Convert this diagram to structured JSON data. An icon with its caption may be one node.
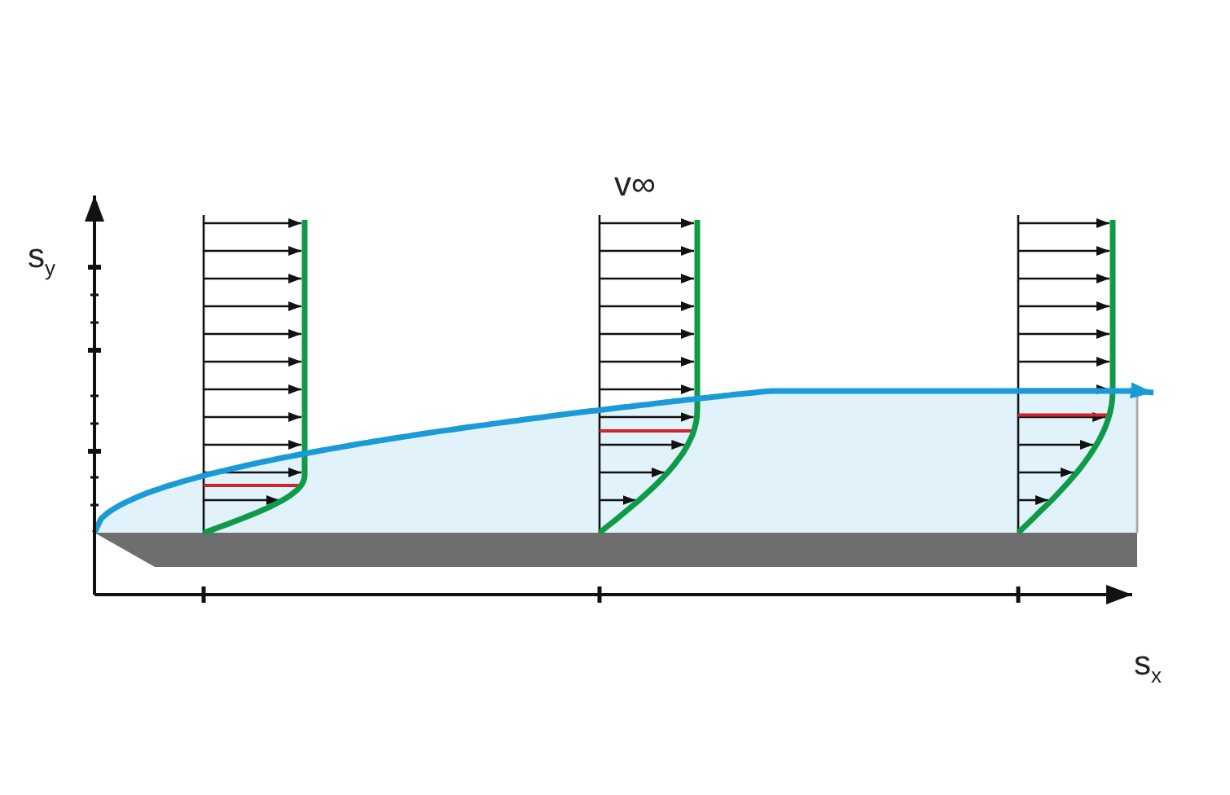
{
  "diagram": {
    "labels": [
      "v∞",
      "s$_{y}$",
      "s$_{x}$"
    ]
  }
}
